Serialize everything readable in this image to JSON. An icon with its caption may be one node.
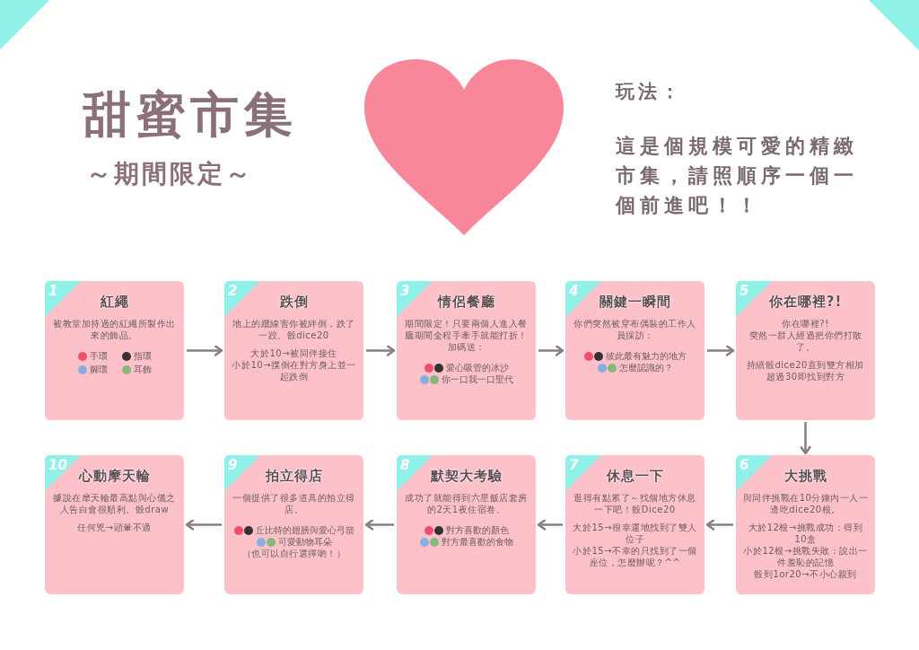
{
  "diagram": {
    "title": "甜蜜市集",
    "nodes": [
      {
        "text": [
          "1",
          "紅繩",
          "被教堂加持過的紅繩所製作出來的飾品。",
          "手環",
          "指環",
          "腳環",
          "耳飾"
        ]
      },
      {
        "text": [
          "2",
          "跌倒",
          "地上的纜線害你被絆倒，跌了一跤。骰dice20",
          "大於10→被同伴接住",
          "小於10→撲倒在對方身上並一起跌倒"
        ]
      },
      {
        "text": [
          "3",
          "情侶餐廳",
          "期間限定！只要兩個人進入餐廳期間全程手牽手就能打折！加碼送：",
          "愛心吸管的冰沙",
          "你一口我一口聖代"
        ]
      },
      {
        "text": [
          "4",
          "關鍵一瞬間",
          "你們突然被穿布偶裝的工作人員採訪：",
          "彼此最有魅力的地方",
          "怎麼認識的？"
        ]
      },
      {
        "text": [
          "5",
          "你在哪裡?!",
          "你在哪裡?!",
          "突然一群人經過把你們打散了。",
          "持續骰dice20直到雙方相加超過30即找到對方"
        ]
      },
      {
        "text": [
          "6",
          "大挑戰",
          "與同伴挑戰在10分鐘內一人一邊吃dice20根。",
          "大於12根→挑戰成功：得到10盒",
          "小於12根→挑戰失敗：說出一件羞恥的記憶",
          "骰到1or20→不小心親到"
        ]
      },
      {
        "text": [
          "7",
          "休息一下",
          "逛得有點累了～找個地方休息一下吧！骰Dice20",
          "大於15→很幸運地找到了雙人位子",
          "小於15→不幸的只找到了一個座位，怎麼辦呢？^^"
        ]
      },
      {
        "text": [
          "8",
          "默契大考驗",
          "成功了就能得到六星飯店套房的2天1夜住宿卷。",
          "對方喜歡的顏色",
          "對方最喜歡的食物"
        ]
      },
      {
        "text": [
          "9",
          "拍立得店",
          "一個提供了很多道具的拍立得店。",
          "丘比特的翅膀與愛心弓箭",
          "可愛動物耳朵",
          "（也可以自行選擇喲！）"
        ]
      },
      {
        "text": [
          "10",
          "心動摩天輪",
          "據說在摩天輪最高點與心儀之人告白會很順利。骰draw",
          "任何兇→頭暈不適"
        ]
      }
    ],
    "edges": [
      {
        "from": 0,
        "to": 1,
        "arrow": "to"
      },
      {
        "from": 1,
        "to": 2,
        "arrow": "to"
      },
      {
        "from": 2,
        "to": 3,
        "arrow": "to"
      },
      {
        "from": 3,
        "to": 4,
        "arrow": "to"
      },
      {
        "from": 4,
        "to": 5,
        "arrow": "to"
      },
      {
        "from": 5,
        "to": 6,
        "arrow": "to"
      },
      {
        "from": 6,
        "to": 7,
        "arrow": "to"
      },
      {
        "from": 7,
        "to": 8,
        "arrow": "to"
      },
      {
        "from": 8,
        "to": 9,
        "arrow": "to"
      }
    ],
    "labels": [
      "～期間限定～",
      "玩法：",
      "這是個規模可愛的精緻市集，請照順序一個一個前進吧！！"
    ]
  }
}
